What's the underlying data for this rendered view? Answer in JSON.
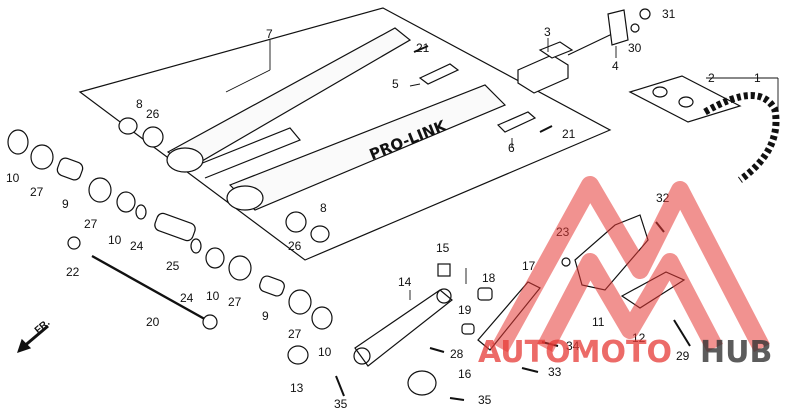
{
  "diagram": {
    "callouts": [
      {
        "id": "c1",
        "text": "1"
      },
      {
        "id": "c2",
        "text": "2"
      },
      {
        "id": "c3",
        "text": "3"
      },
      {
        "id": "c4",
        "text": "4"
      },
      {
        "id": "c5",
        "text": "5"
      },
      {
        "id": "c6",
        "text": "6"
      },
      {
        "id": "c7",
        "text": "7"
      },
      {
        "id": "c8a",
        "text": "8"
      },
      {
        "id": "c8b",
        "text": "8"
      },
      {
        "id": "c9a",
        "text": "9"
      },
      {
        "id": "c9b",
        "text": "9"
      },
      {
        "id": "c10a",
        "text": "10"
      },
      {
        "id": "c10b",
        "text": "10"
      },
      {
        "id": "c10c",
        "text": "10"
      },
      {
        "id": "c10d",
        "text": "10"
      },
      {
        "id": "c11",
        "text": "11"
      },
      {
        "id": "c12",
        "text": "12"
      },
      {
        "id": "c13",
        "text": "13"
      },
      {
        "id": "c14",
        "text": "14"
      },
      {
        "id": "c15",
        "text": "15"
      },
      {
        "id": "c16",
        "text": "16"
      },
      {
        "id": "c17",
        "text": "17"
      },
      {
        "id": "c18",
        "text": "18"
      },
      {
        "id": "c19",
        "text": "19"
      },
      {
        "id": "c20",
        "text": "20"
      },
      {
        "id": "c21a",
        "text": "21"
      },
      {
        "id": "c21b",
        "text": "21"
      },
      {
        "id": "c22",
        "text": "22"
      },
      {
        "id": "c23",
        "text": "23"
      },
      {
        "id": "c24a",
        "text": "24"
      },
      {
        "id": "c24b",
        "text": "24"
      },
      {
        "id": "c25",
        "text": "25"
      },
      {
        "id": "c26a",
        "text": "26"
      },
      {
        "id": "c26b",
        "text": "26"
      },
      {
        "id": "c27a",
        "text": "27"
      },
      {
        "id": "c27b",
        "text": "27"
      },
      {
        "id": "c27c",
        "text": "27"
      },
      {
        "id": "c27d",
        "text": "27"
      },
      {
        "id": "c28",
        "text": "28"
      },
      {
        "id": "c29",
        "text": "29"
      },
      {
        "id": "c30",
        "text": "30"
      },
      {
        "id": "c31",
        "text": "31"
      },
      {
        "id": "c32",
        "text": "32"
      },
      {
        "id": "c33",
        "text": "33"
      },
      {
        "id": "c34",
        "text": "34"
      },
      {
        "id": "c35a",
        "text": "35"
      },
      {
        "id": "c35b",
        "text": "35"
      }
    ],
    "arm_decal": "PRO-LINK",
    "front_marker": "FR."
  },
  "watermark": {
    "text_left": "AUTOMOTO",
    "text_right": "HUB",
    "color_red": "#e53935",
    "color_dark": "#333333"
  }
}
